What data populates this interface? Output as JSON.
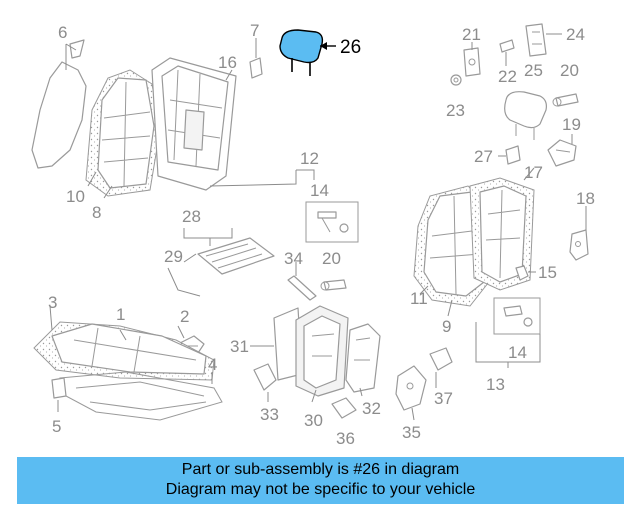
{
  "callouts": [
    "6",
    "7",
    "16",
    "26",
    "21",
    "24",
    "22",
    "25",
    "20",
    "23",
    "19",
    "27",
    "17",
    "12",
    "14",
    "10",
    "8",
    "28",
    "29",
    "34",
    "20",
    "18",
    "15",
    "11",
    "9",
    "3",
    "1",
    "2",
    "31",
    "4",
    "5",
    "33",
    "30",
    "36",
    "32",
    "35",
    "37",
    "14",
    "13"
  ],
  "highlight": {
    "number": "26",
    "color": "#5bbcf2"
  },
  "banner": {
    "line1": "Part or sub-assembly is #26 in diagram",
    "line2": "Diagram may not be specific to your vehicle",
    "color": "#5bbcf2"
  }
}
